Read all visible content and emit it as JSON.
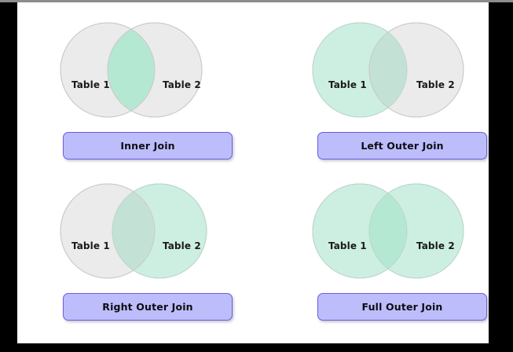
{
  "figure": {
    "kind": "sql-join-venn-diagram",
    "table_left_label": "Table 1",
    "table_right_label": "Table 2"
  },
  "colors": {
    "circle_unselected": "#EBEBEB",
    "circle_selected": "#CDEFE2",
    "overlap_selected": "#B4E8D2",
    "circle_stroke": "#C9C9C9",
    "button_fill": "#BDBDFB",
    "button_border": "#6A5FE0",
    "panel_background": "#FFFFFF",
    "frame": "#000000",
    "text": "#1A1A1A"
  },
  "joins": [
    {
      "id": "inner-join",
      "label": "Inner Join",
      "left_label": "Table 1",
      "right_label": "Table 2",
      "left_filled": false,
      "right_filled": false,
      "overlap_filled": true
    },
    {
      "id": "left-outer-join",
      "label": "Left Outer Join",
      "left_label": "Table 1",
      "right_label": "Table 2",
      "left_filled": true,
      "right_filled": false,
      "overlap_filled": true
    },
    {
      "id": "right-outer-join",
      "label": "Right Outer Join",
      "left_label": "Table 1",
      "right_label": "Table 2",
      "left_filled": false,
      "right_filled": true,
      "overlap_filled": true
    },
    {
      "id": "full-outer-join",
      "label": "Full Outer Join",
      "left_label": "Table 1",
      "right_label": "Table 2",
      "left_filled": true,
      "right_filled": true,
      "overlap_filled": true
    }
  ]
}
